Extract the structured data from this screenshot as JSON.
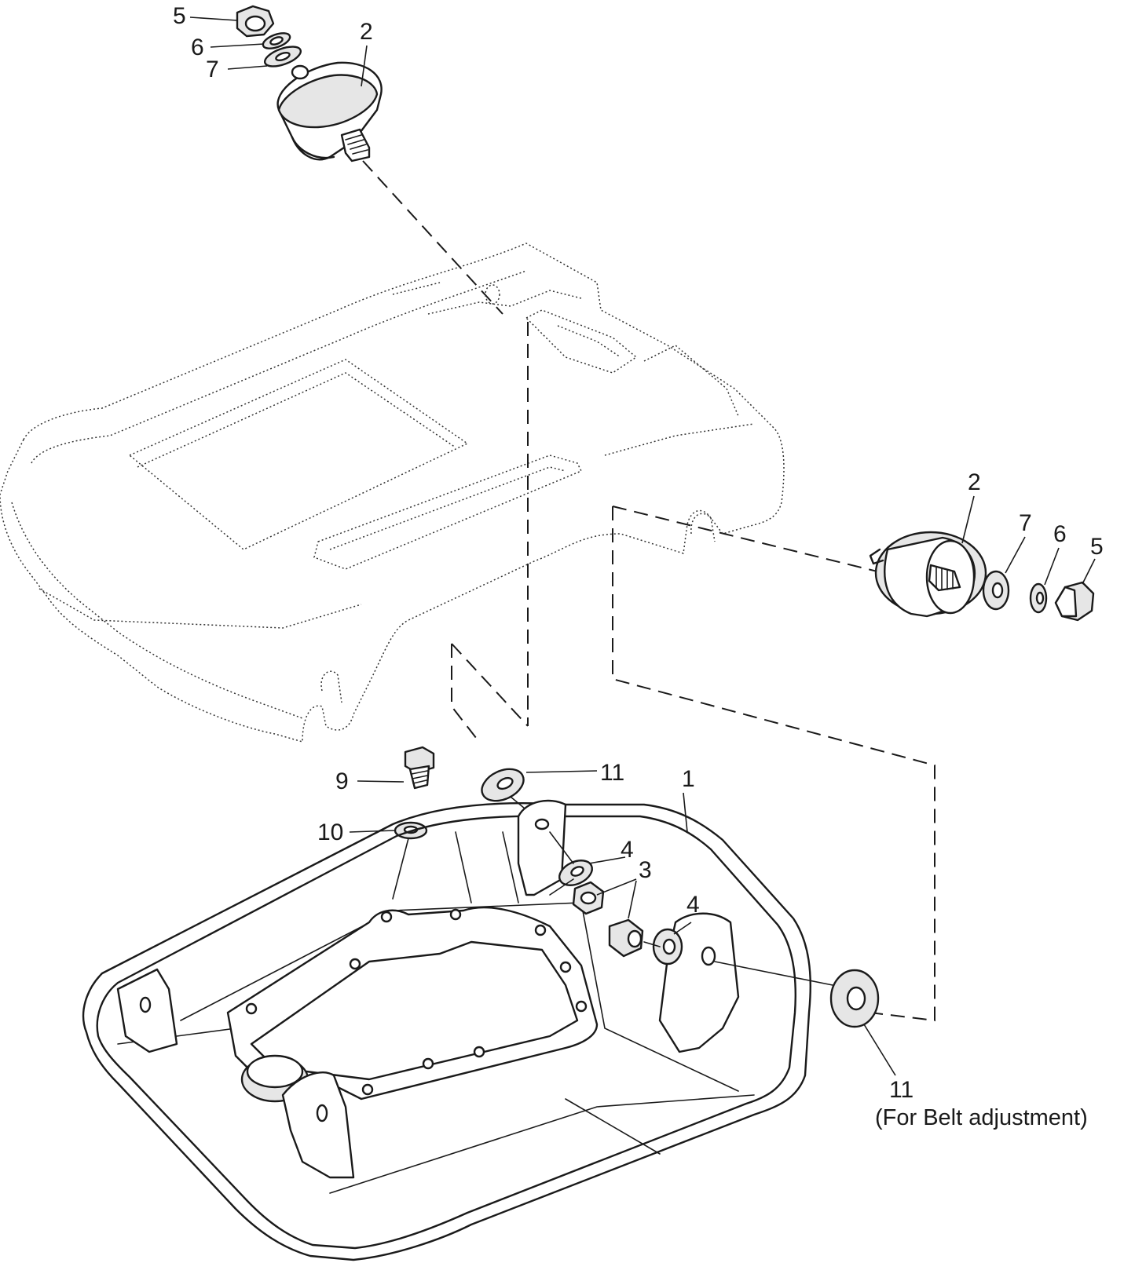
{
  "callouts": {
    "top_nut": "5",
    "top_lock_washer": "6",
    "top_washer": "7",
    "top_mount": "2",
    "right_mount": "2",
    "right_washer": "7",
    "right_lock_washer": "6",
    "right_nut": "5",
    "bolt": "9",
    "bolt_washer": "10",
    "spacer_top": "11",
    "base": "1",
    "upper_washer": "4",
    "upper_nut": "3",
    "lower_washer": "4",
    "spacer_bottom": "11"
  },
  "notes": {
    "belt_adjustment": "(For Belt adjustment)"
  }
}
